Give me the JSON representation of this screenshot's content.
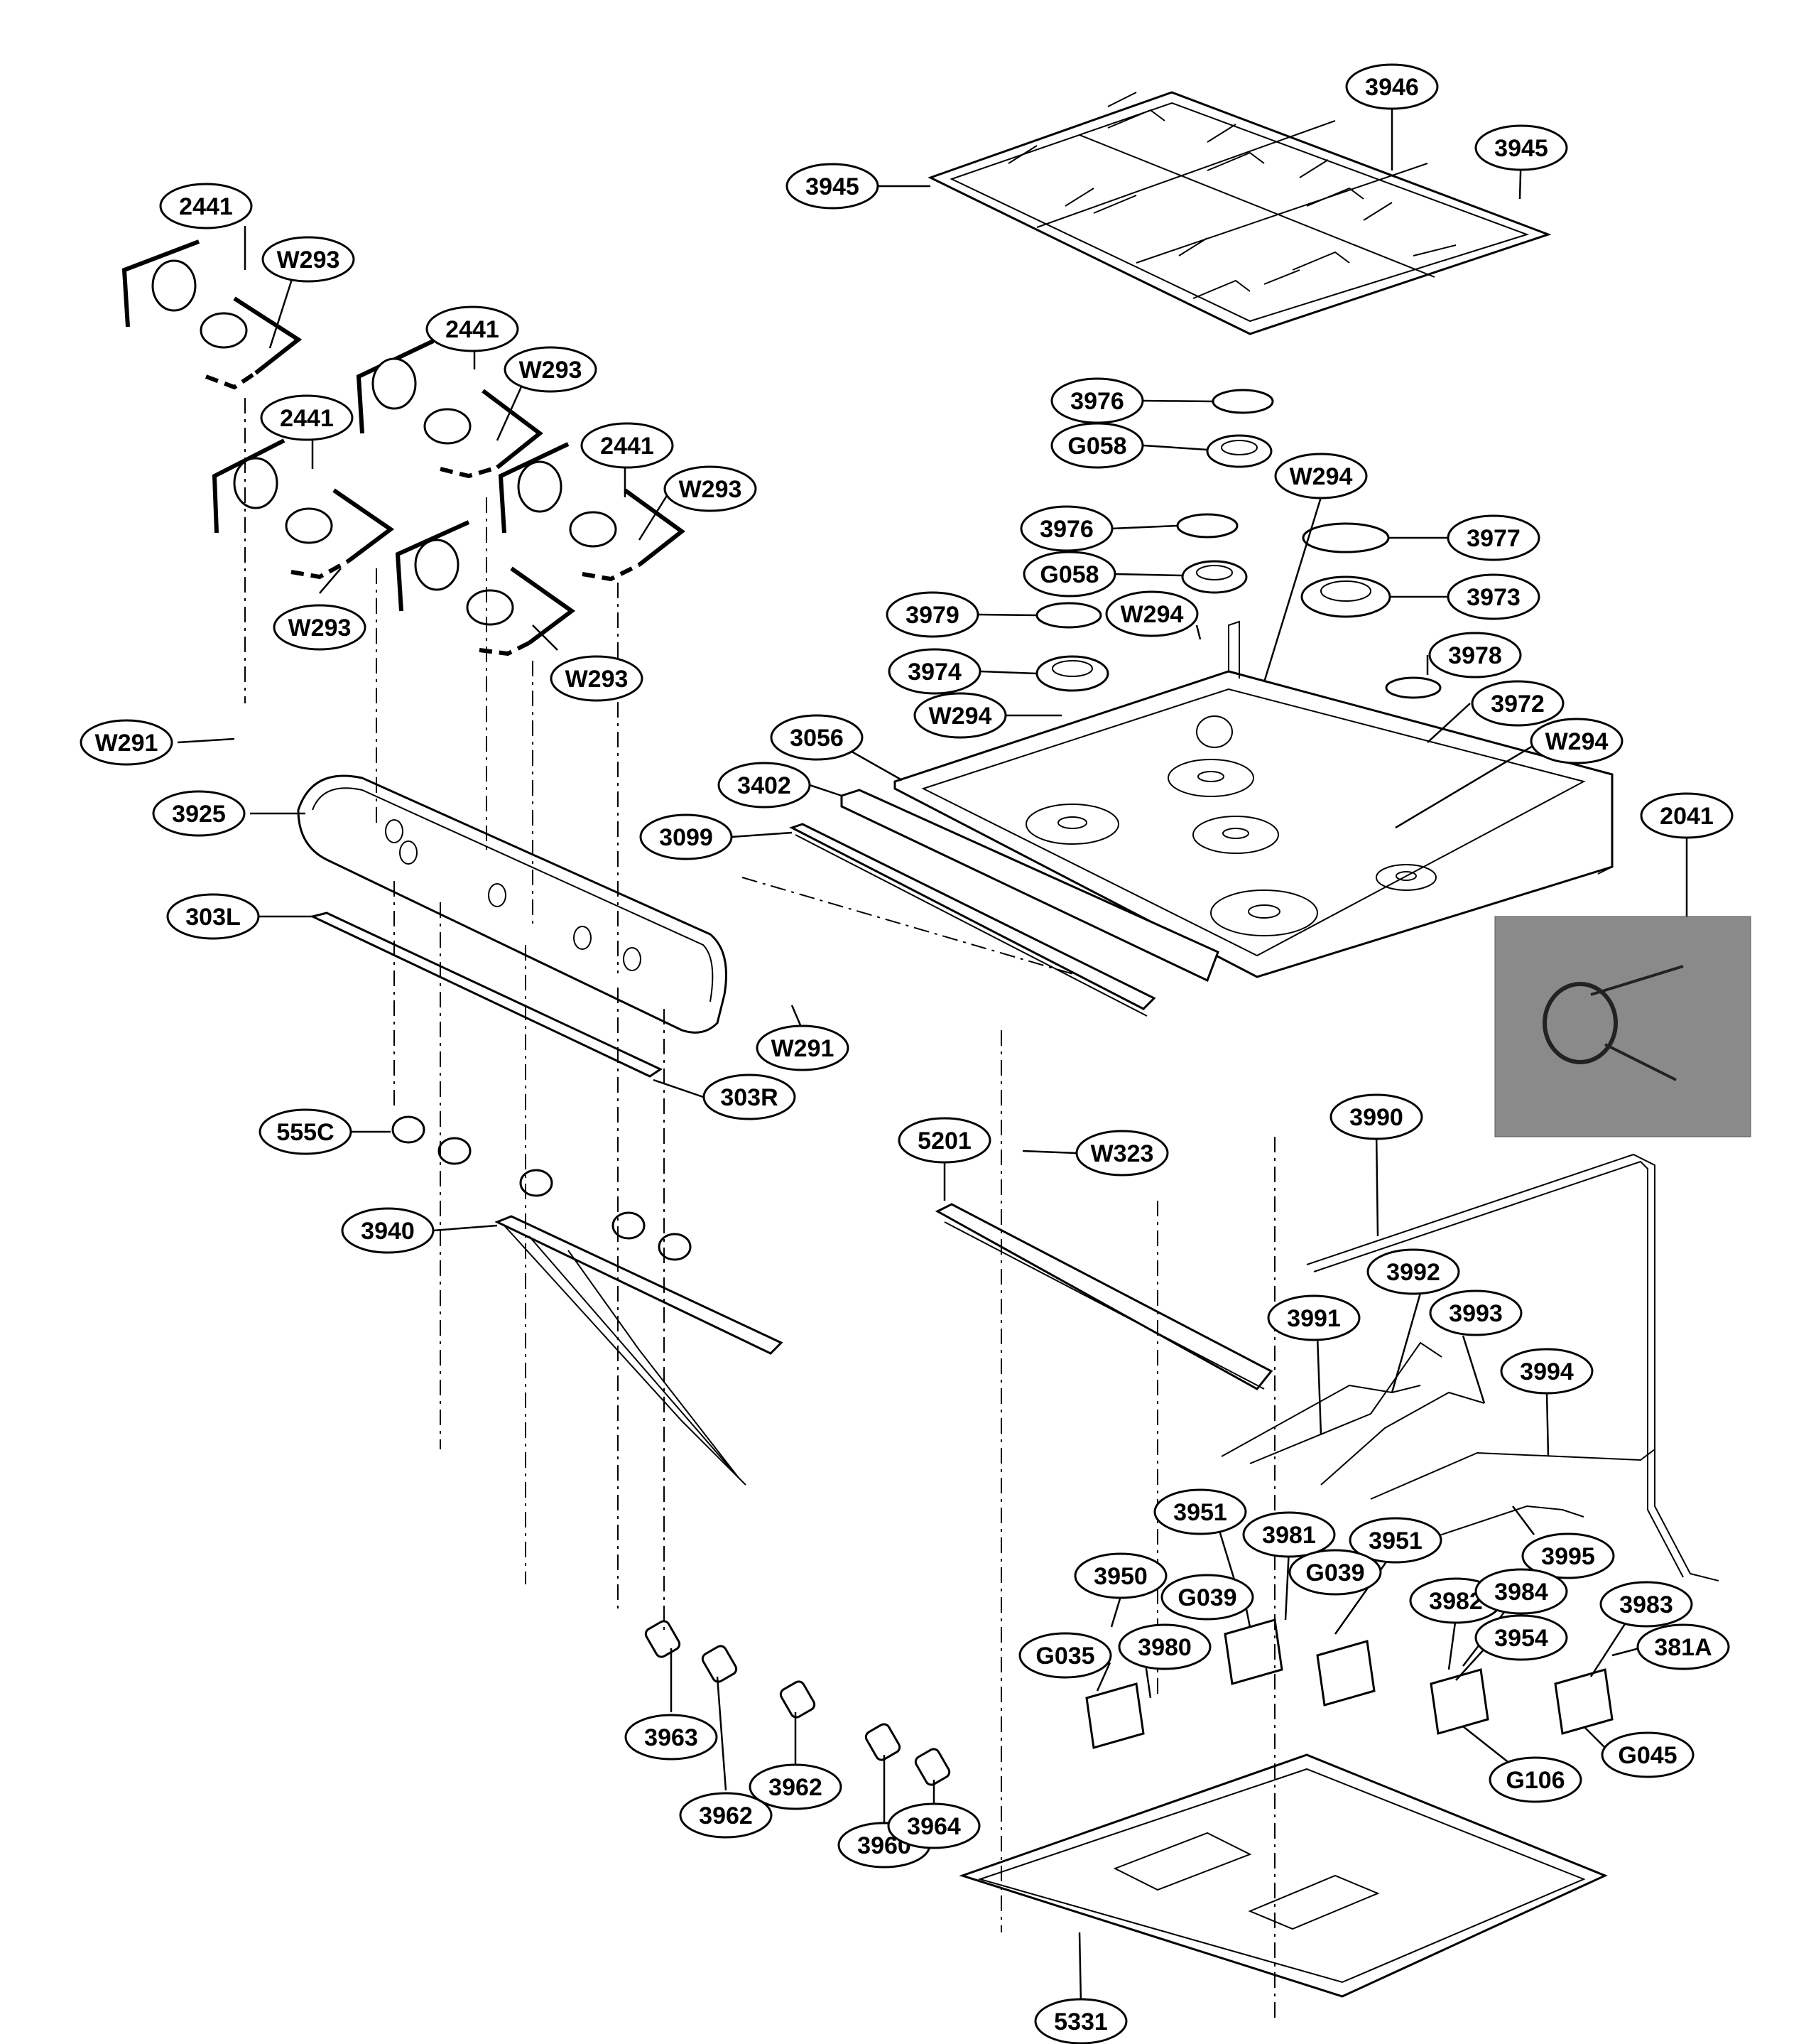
{
  "colors": {
    "line": "#000000",
    "background": "#ffffff",
    "photo": "#8a8a8a"
  },
  "callouts": {
    "grate_center": "3946",
    "grate_left": "3945",
    "grate_right": "3945",
    "cap_rear_right": "3976",
    "head_rear_right": "G058",
    "screw_rear": "W294",
    "cap_center": "3976",
    "head_center": "G058",
    "cap_large": "3977",
    "burner_large": "3973",
    "cap_front_left": "3979",
    "screw_center": "W294",
    "burner_front_left": "3974",
    "cap_small": "3978",
    "screw_left": "W294",
    "burner_small": "3972",
    "cooktop": "3056",
    "screw_right": "W294",
    "trim_strip": "3402",
    "trim_rail": "3099",
    "wire_harness": "2041",
    "knob_1": "2441",
    "knob_1_screw": "W293",
    "knob_2": "2441",
    "knob_2_screw": "W293",
    "knob_3": "2441",
    "knob_4": "2441",
    "knob_4_screw": "W293",
    "knob_3_screw": "W293",
    "knob_5_screw": "W293",
    "panel_screw_left": "W291",
    "control_panel": "3925",
    "bracket_left": "303L",
    "panel_screw_right": "W291",
    "bracket_right": "303R",
    "bezel": "555C",
    "valve_manifold": "3940",
    "main_tube": "3990",
    "manifold_bracket": "5201",
    "manifold_screw": "W323",
    "tube_a": "3992",
    "tube_b": "3991",
    "tube_c": "3993",
    "tube_d": "3994",
    "tube_e": "3995",
    "spark_switch_1": "3963",
    "spark_switch_2": "3962",
    "spark_switch_3": "3962",
    "spark_switch_4": "3960",
    "spark_switch_5": "3964",
    "holder_1": "3951",
    "orifice_1": "3981",
    "holder_2": "3951",
    "holder_3": "3950",
    "bracket_g039_a": "G039",
    "bracket_g039_b": "G039",
    "orifice_2": "3982",
    "orifice_3": "3984",
    "orifice_4": "3983",
    "holder_4": "3954",
    "bracket_g035": "G035",
    "orifice_5": "3980",
    "spring_381a": "381A",
    "bracket_g045": "G045",
    "bracket_g106": "G106",
    "burner_box": "5331"
  }
}
